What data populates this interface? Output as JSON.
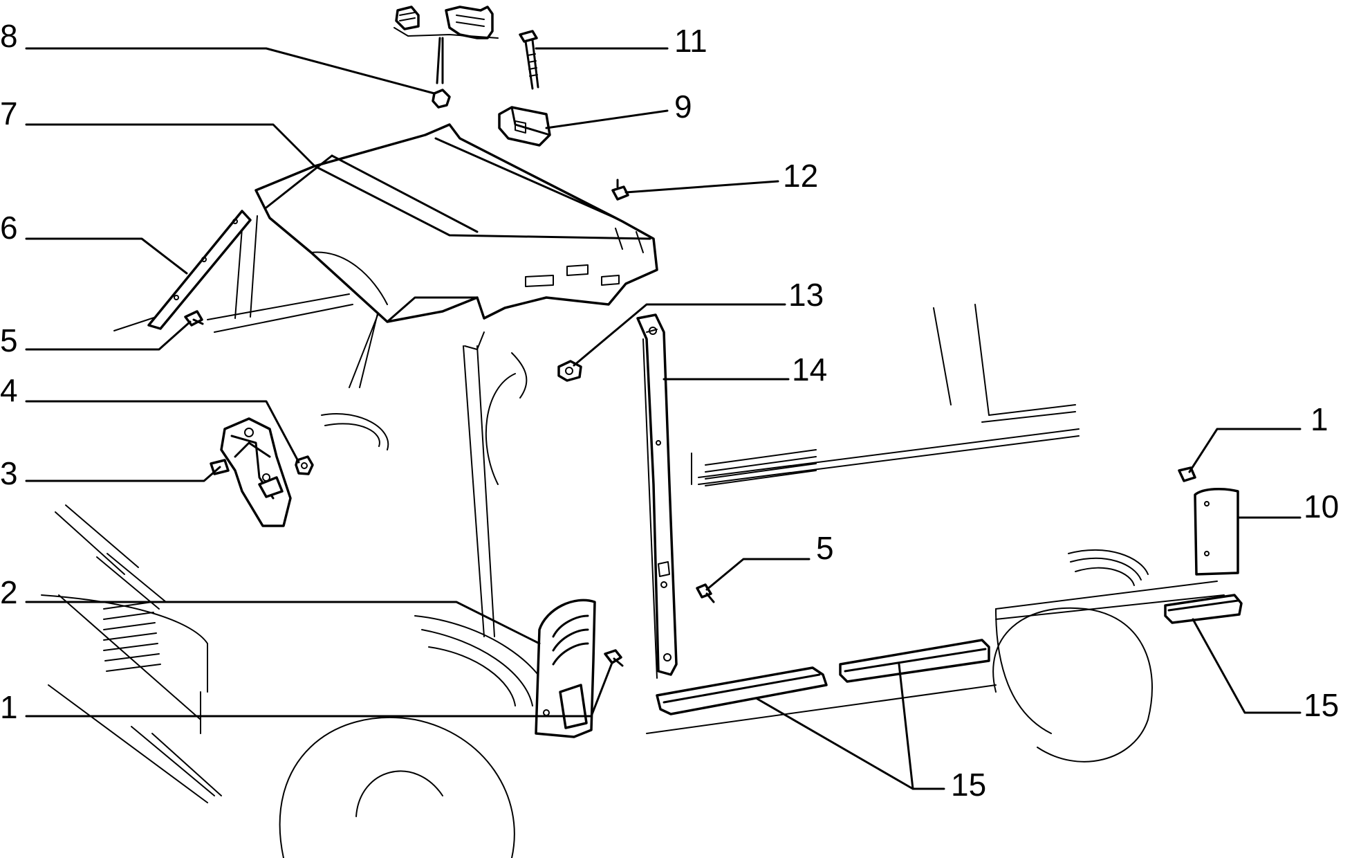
{
  "diagram": {
    "callouts": [
      {
        "id": "c8",
        "text": "8"
      },
      {
        "id": "c7",
        "text": "7"
      },
      {
        "id": "c6",
        "text": "6"
      },
      {
        "id": "c5a",
        "text": "5"
      },
      {
        "id": "c4",
        "text": "4"
      },
      {
        "id": "c3",
        "text": "3"
      },
      {
        "id": "c2",
        "text": "2"
      },
      {
        "id": "c1a",
        "text": "1"
      },
      {
        "id": "c11",
        "text": "11"
      },
      {
        "id": "c9",
        "text": "9"
      },
      {
        "id": "c12",
        "text": "12"
      },
      {
        "id": "c13",
        "text": "13"
      },
      {
        "id": "c14",
        "text": "14"
      },
      {
        "id": "c5b",
        "text": "5"
      },
      {
        "id": "c1b",
        "text": "1"
      },
      {
        "id": "c10",
        "text": "10"
      },
      {
        "id": "c15a",
        "text": "15"
      },
      {
        "id": "c15b",
        "text": "15"
      }
    ]
  }
}
